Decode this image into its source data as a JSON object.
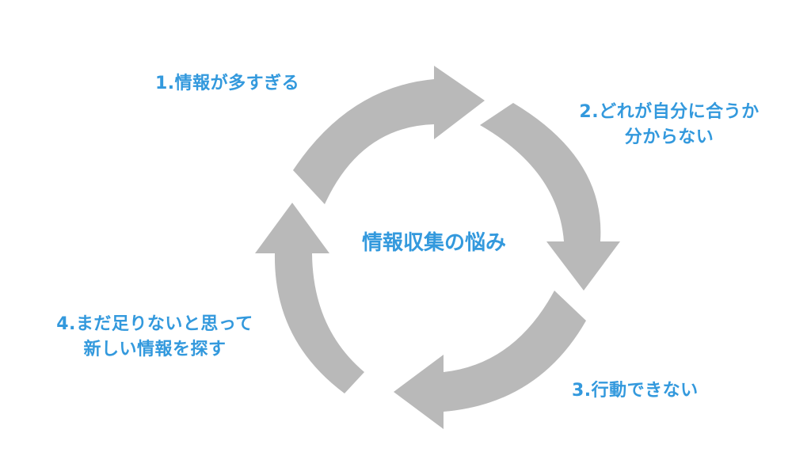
{
  "diagram": {
    "type": "cycle",
    "center_title": "情報収集の悩み",
    "arrow_color": "#b9b9b9",
    "text_color": "#3399dd",
    "direction": "clockwise",
    "steps": [
      {
        "number": "1.",
        "lines": [
          "情報が多すぎる"
        ]
      },
      {
        "number": "2.",
        "lines": [
          "どれが自分に合うか",
          "分からない"
        ]
      },
      {
        "number": "3.",
        "lines": [
          "行動できない"
        ]
      },
      {
        "number": "4.",
        "lines": [
          "まだ足りないと思って",
          "新しい情報を探す"
        ]
      }
    ]
  },
  "labels": {
    "step1_line1": "1.情報が多すぎる",
    "step2_line1": "2.どれが自分に合うか",
    "step2_line2": "分からない",
    "step3_line1": "3.行動できない",
    "step4_line1": "4.まだ足りないと思って",
    "step4_line2": "新しい情報を探す"
  }
}
